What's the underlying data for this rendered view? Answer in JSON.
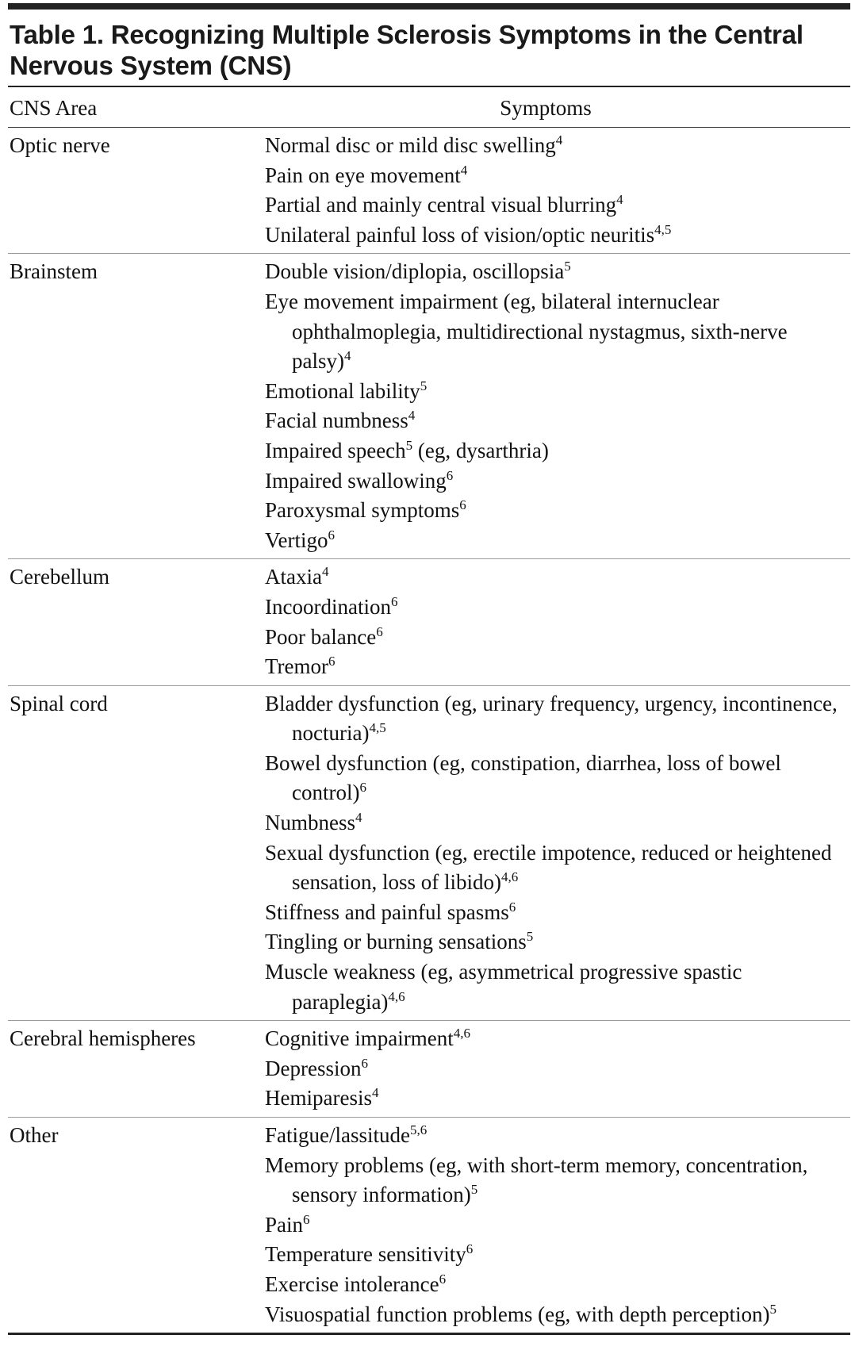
{
  "title": "Table 1. Recognizing Multiple Sclerosis Symptoms in the Central Nervous System (CNS)",
  "headers": {
    "area": "CNS Area",
    "symptoms": "Symptoms"
  },
  "groups": [
    {
      "area": "Optic nerve",
      "symptoms": [
        {
          "text": "Normal disc or mild disc swelling",
          "ref": "4",
          "tail": ""
        },
        {
          "text": "Pain on eye movement",
          "ref": "4",
          "tail": ""
        },
        {
          "text": "Partial and mainly central visual blurring",
          "ref": "4",
          "tail": ""
        },
        {
          "text": "Unilateral painful loss of vision/optic neuritis",
          "ref": "4,5",
          "tail": ""
        }
      ]
    },
    {
      "area": "Brainstem",
      "symptoms": [
        {
          "text": "Double vision/diplopia, oscillopsia",
          "ref": "5",
          "tail": ""
        },
        {
          "text": "Eye movement impairment (eg, bilateral internuclear ophthalmoplegia, multidirectional nystagmus, sixth-nerve palsy)",
          "ref": "4",
          "tail": ""
        },
        {
          "text": "Emotional lability",
          "ref": "5",
          "tail": ""
        },
        {
          "text": "Facial numbness",
          "ref": "4",
          "tail": ""
        },
        {
          "text": "Impaired speech",
          "ref": "5",
          "tail": " (eg, dysarthria)"
        },
        {
          "text": "Impaired swallowing",
          "ref": "6",
          "tail": ""
        },
        {
          "text": "Paroxysmal symptoms",
          "ref": "6",
          "tail": ""
        },
        {
          "text": "Vertigo",
          "ref": "6",
          "tail": ""
        }
      ]
    },
    {
      "area": "Cerebellum",
      "symptoms": [
        {
          "text": "Ataxia",
          "ref": "4",
          "tail": ""
        },
        {
          "text": "Incoordination",
          "ref": "6",
          "tail": ""
        },
        {
          "text": "Poor balance",
          "ref": "6",
          "tail": ""
        },
        {
          "text": "Tremor",
          "ref": "6",
          "tail": ""
        }
      ]
    },
    {
      "area": "Spinal cord",
      "symptoms": [
        {
          "text": "Bladder dysfunction (eg, urinary frequency, urgency, incontinence, nocturia)",
          "ref": "4,5",
          "tail": ""
        },
        {
          "text": "Bowel dysfunction (eg, constipation, diarrhea, loss of bowel control)",
          "ref": "6",
          "tail": ""
        },
        {
          "text": "Numbness",
          "ref": "4",
          "tail": ""
        },
        {
          "text": "Sexual dysfunction (eg, erectile impotence, reduced or heightened sensation, loss of libido)",
          "ref": "4,6",
          "tail": ""
        },
        {
          "text": "Stiffness and painful spasms",
          "ref": "6",
          "tail": ""
        },
        {
          "text": "Tingling or burning sensations",
          "ref": "5",
          "tail": ""
        },
        {
          "text": "Muscle weakness (eg, asymmetrical progressive spastic paraplegia)",
          "ref": "4,6",
          "tail": ""
        }
      ]
    },
    {
      "area": "Cerebral hemispheres",
      "symptoms": [
        {
          "text": "Cognitive impairment",
          "ref": "4,6",
          "tail": ""
        },
        {
          "text": "Depression",
          "ref": "6",
          "tail": ""
        },
        {
          "text": "Hemiparesis",
          "ref": "4",
          "tail": ""
        }
      ]
    },
    {
      "area": "Other",
      "symptoms": [
        {
          "text": "Fatigue/lassitude",
          "ref": "5,6",
          "tail": ""
        },
        {
          "text": "Memory problems (eg, with short-term memory, concentration, sensory information)",
          "ref": "5",
          "tail": ""
        },
        {
          "text": "Pain",
          "ref": "6",
          "tail": ""
        },
        {
          "text": "Temperature sensitivity",
          "ref": "6",
          "tail": ""
        },
        {
          "text": "Exercise intolerance",
          "ref": "6",
          "tail": ""
        },
        {
          "text": "Visuospatial function problems (eg, with depth perception)",
          "ref": "5",
          "tail": ""
        }
      ]
    }
  ]
}
